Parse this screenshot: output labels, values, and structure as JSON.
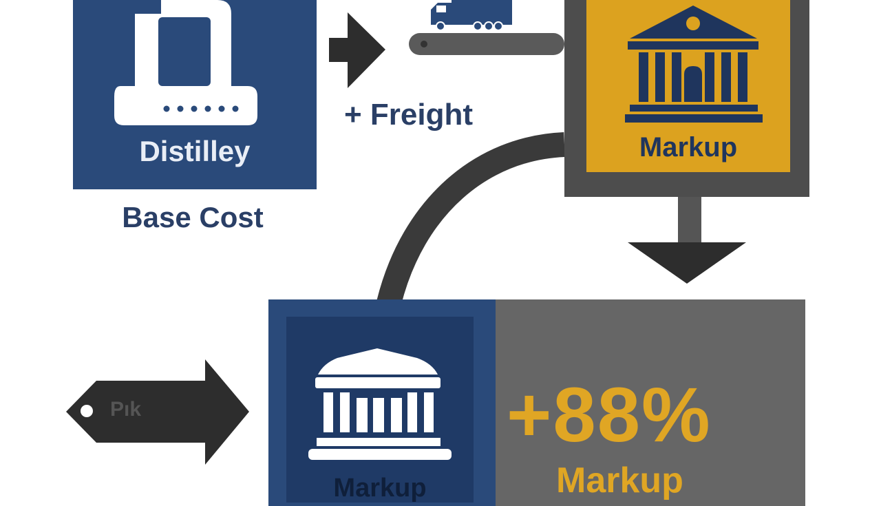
{
  "distillery": {
    "label": "Distilley"
  },
  "base_cost": {
    "label": "Base Cost"
  },
  "freight": {
    "label": "+ Freight"
  },
  "markup_top": {
    "label": "Markup"
  },
  "bottom": {
    "percent": "+88%",
    "markup_gray": "Markup",
    "markup_navy": "Markup"
  },
  "tag": {
    "label": "Pık"
  },
  "icons": [
    "distillery-still-icon",
    "delivery-truck-icon",
    "bank-building-icon"
  ],
  "colors": {
    "navy": "#2a4a7a",
    "gold": "#dca21f",
    "gray": "#666666",
    "dark": "#333333"
  }
}
